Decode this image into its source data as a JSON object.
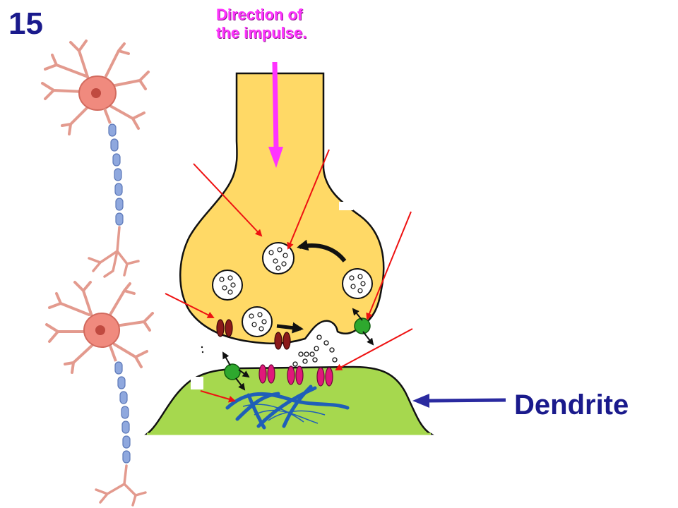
{
  "slide_number": "15",
  "direction_label": "Direction of\nthe impulse.",
  "dendrite_label": "Dendrite",
  "colors": {
    "terminal_fill": "#ffd966",
    "dendrite_fill": "#a6d84e",
    "impulse_arrow": "#ff33ff",
    "pointer_arrow": "#ee1111",
    "dendrite_arrow": "#2a2aa0",
    "text_navy": "#1a1a8c",
    "receptor": "#e0187a",
    "channel": "#8b1a1a",
    "pump": "#2ea82e",
    "filament": "#1f5fb8",
    "neuron_body": "#f08a7e",
    "myelin": "#8fa8de"
  }
}
